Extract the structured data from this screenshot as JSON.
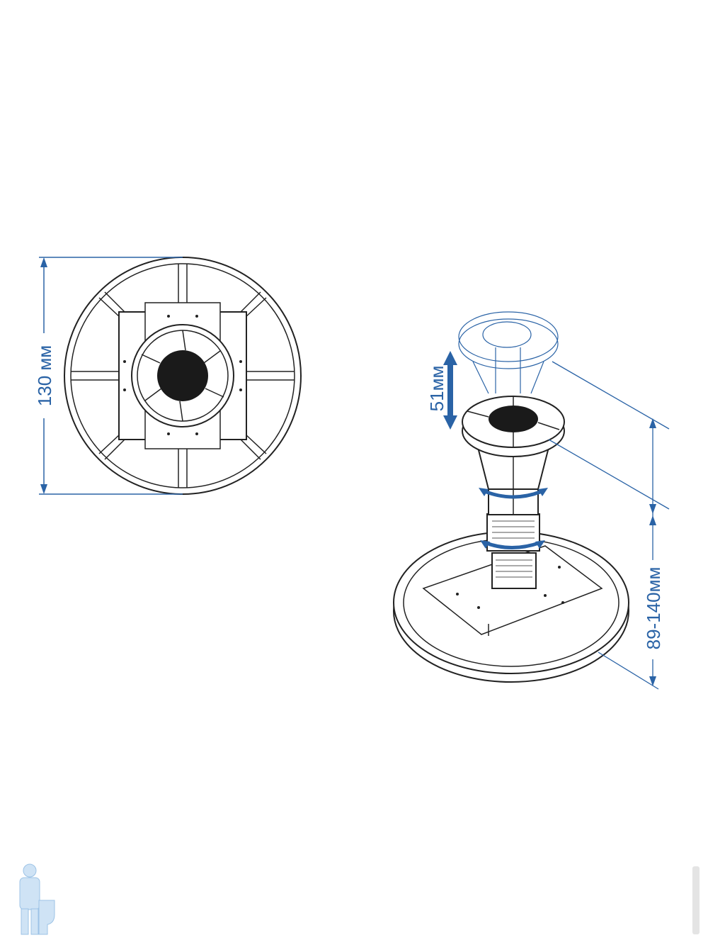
{
  "labels": {
    "diameter": "130 мм",
    "adjust_travel": "51мм",
    "height_range": "89-140мм"
  },
  "colors": {
    "accent": "#2a63a6",
    "line": "#222222",
    "hole": "#1a1a1a"
  }
}
